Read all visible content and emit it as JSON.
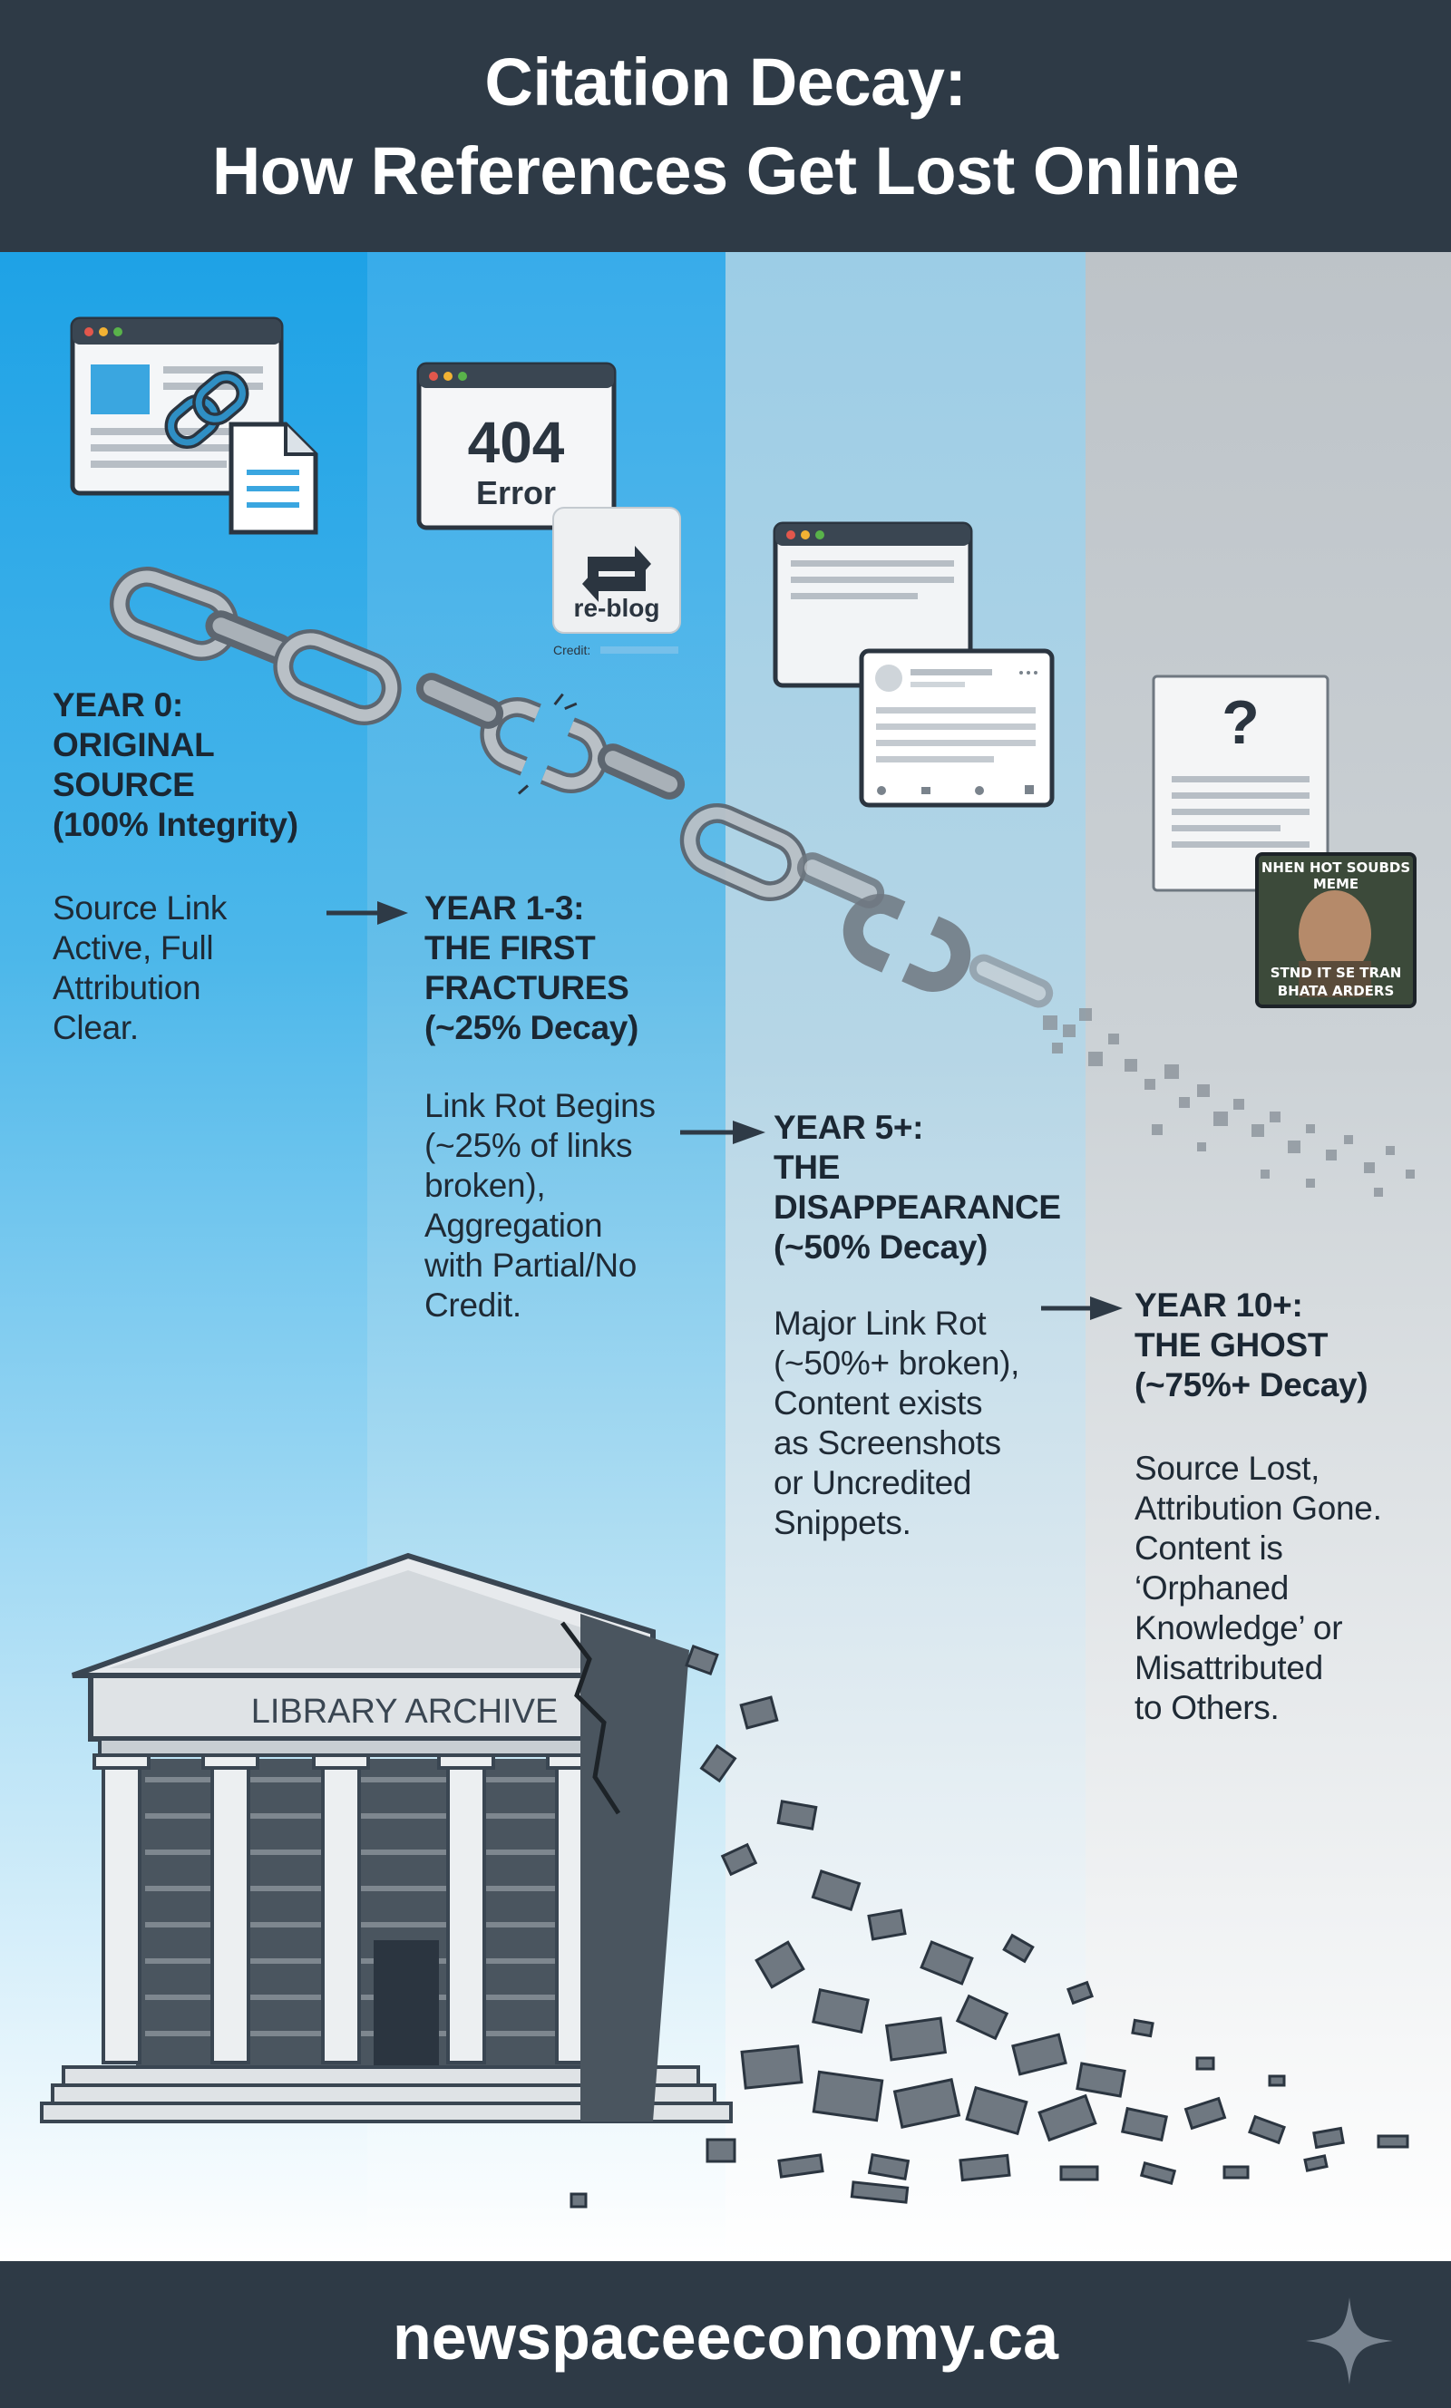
{
  "header": {
    "title_line1": "Citation Decay:",
    "title_line2": "How References Get Lost Online"
  },
  "stages": [
    {
      "title": "YEAR 0:\nORIGINAL\nSOURCE\n(100% Integrity)",
      "description": "Source Link\nActive, Full\nAttribution\nClear."
    },
    {
      "title": "YEAR 1-3:\nTHE FIRST\nFRACTURES\n(~25% Decay)",
      "description": "Link Rot Begins\n(~25% of links\nbroken),\nAggregation\nwith Partial/No\nCredit."
    },
    {
      "title": "YEAR 5+:\nTHE\nDISAPPEARANCE\n(~50% Decay)",
      "description": "Major Link Rot\n(~50%+ broken),\nContent exists\nas Screenshots\nor Uncredited\nSnippets."
    },
    {
      "title": "YEAR 10+:\nTHE GHOST\n(~75%+ Decay)",
      "description": "Source Lost,\nAttribution Gone.\nContent is\n‘Orphaned\nKnowledge’ or\nMisattributed\nto Others."
    }
  ],
  "illustrations": {
    "error_code": "404",
    "error_label": "Error",
    "reblog_label": "re-blog",
    "credit_label": "Credit:",
    "question_mark": "?",
    "meme_top": "NHEN HOT SOUBDS\nMEME",
    "meme_bottom": "STND IT SE TRAN\nBHATA ARDERS",
    "library_sign": "LIBRARY ARCHIVE"
  },
  "footer": {
    "site": "newspaceeconomy.ca"
  },
  "colors": {
    "header_bg": "#2e3a46",
    "band_1": "#1ea2e6",
    "band_2": "#38acea",
    "band_3": "#9ccde6",
    "band_4": "#bdc3c8",
    "text_dark": "#1b2733",
    "chain": "#8b939b"
  }
}
